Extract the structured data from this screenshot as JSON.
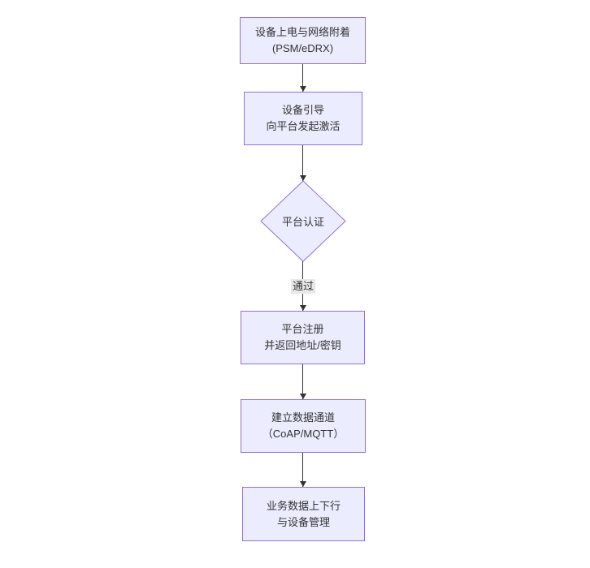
{
  "diagram": {
    "type": "flowchart",
    "direction": "top-down",
    "colors": {
      "node_fill": "#ECECFF",
      "node_border": "#9370DB",
      "arrow": "#333333",
      "edge_label_bg": "#e8e8e8",
      "text": "#333333",
      "background": "#ffffff"
    },
    "nodes": [
      {
        "id": "power-attach",
        "shape": "rect",
        "lines": [
          "设备上电与网络附着",
          "(PSM/eDRX)"
        ]
      },
      {
        "id": "bootstrap-activate",
        "shape": "rect",
        "lines": [
          "设备引导",
          "向平台发起激活"
        ]
      },
      {
        "id": "platform-auth",
        "shape": "diamond",
        "lines": [
          "平台认证"
        ]
      },
      {
        "id": "platform-register",
        "shape": "rect",
        "lines": [
          "平台注册",
          "并返回地址/密钥"
        ]
      },
      {
        "id": "data-channel",
        "shape": "rect",
        "lines": [
          "建立数据通道",
          "（CoAP/MQTT）"
        ]
      },
      {
        "id": "business-data",
        "shape": "rect",
        "lines": [
          "业务数据上下行",
          "与设备管理"
        ]
      }
    ],
    "edges": [
      {
        "from": "power-attach",
        "to": "bootstrap-activate",
        "label": ""
      },
      {
        "from": "bootstrap-activate",
        "to": "platform-auth",
        "label": ""
      },
      {
        "from": "platform-auth",
        "to": "platform-register",
        "label": "通过"
      },
      {
        "from": "platform-register",
        "to": "data-channel",
        "label": ""
      },
      {
        "from": "data-channel",
        "to": "business-data",
        "label": ""
      }
    ]
  }
}
